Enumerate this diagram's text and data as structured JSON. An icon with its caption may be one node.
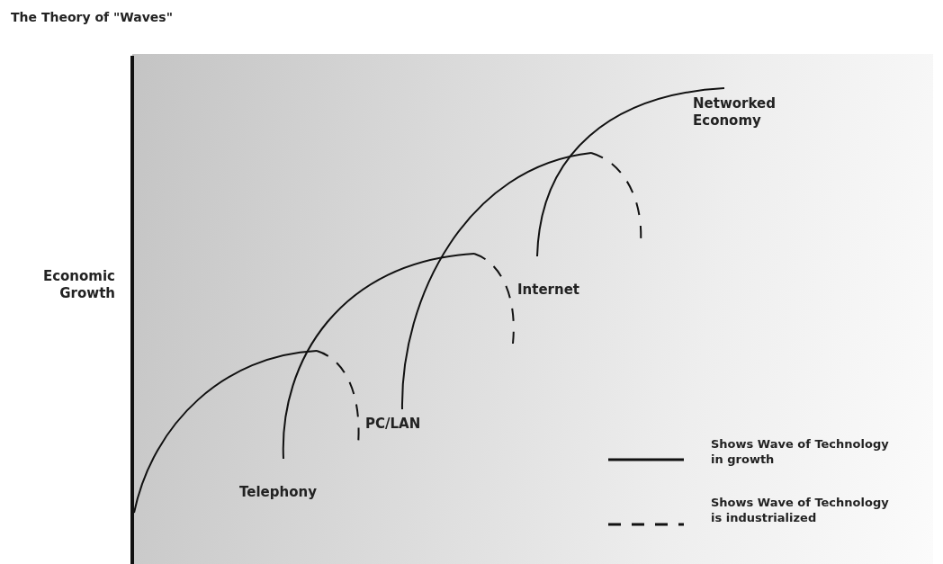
{
  "diagram": {
    "title": "The Theory of \"Waves\"",
    "labels": [
      "Economic Growth",
      "Telephony",
      "PC/LAN",
      "Internet",
      "Networked Economy"
    ],
    "legend": [
      {
        "text": "Shows Wave of Technology in growth"
      },
      {
        "text": "Shows Wave of Technology is industrialized"
      }
    ]
  }
}
